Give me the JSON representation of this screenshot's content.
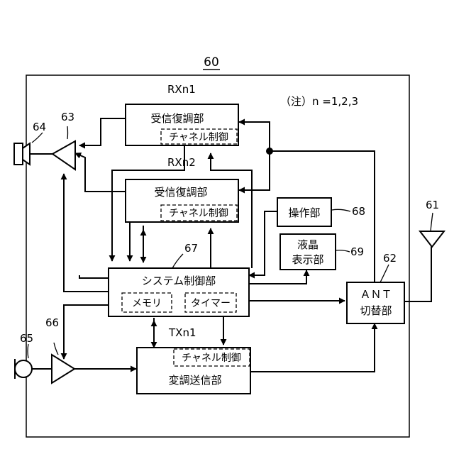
{
  "figure_number": "60",
  "note": "（注）n =1,2,3",
  "labels": {
    "rx1": "RXn1",
    "rx2": "RXn2",
    "tx1": "TXn1",
    "ref_speaker": "64",
    "ref_amp_out": "63",
    "ref_mic": "65",
    "ref_amp_in": "66",
    "ref_system": "67",
    "ref_operation": "68",
    "ref_display": "69",
    "ref_antenna": "61",
    "ref_ant_switch": "62"
  },
  "blocks": {
    "rx1_title": "受信復調部",
    "rx1_channel": "チャネル制御",
    "rx2_title": "受信復調部",
    "rx2_channel": "チャネル制御",
    "system_title": "システム制御部",
    "memory": "メモリ",
    "timer": "タイマー",
    "tx_channel": "チャネル制御",
    "tx_title": "変調送信部",
    "operation": "操作部",
    "display_line1": "液晶",
    "display_line2": "表示部",
    "ant_line1": "ＡＮＴ",
    "ant_line2": "切替部"
  }
}
